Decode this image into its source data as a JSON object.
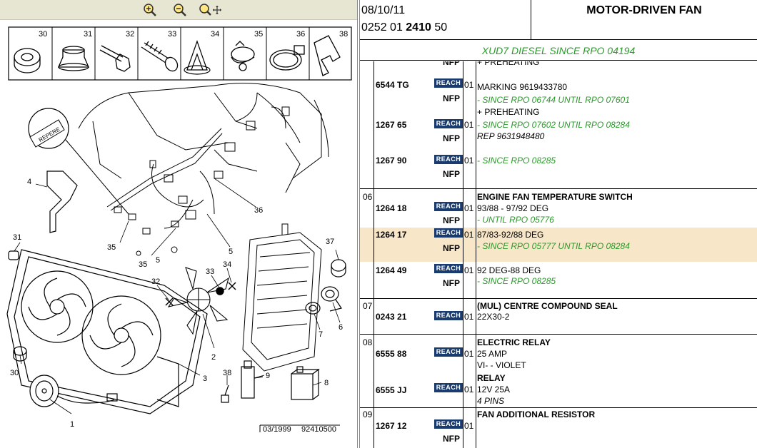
{
  "toolbar": {
    "zoom_in_icon": "zoom-in-icon",
    "zoom_out_icon": "zoom-out-icon",
    "pan_icon": "pan-icon"
  },
  "diagram": {
    "parts_strip": [
      "30",
      "31",
      "32",
      "33",
      "34",
      "35",
      "36",
      "38"
    ],
    "callouts": [
      "1",
      "2",
      "3",
      "4",
      "5",
      "5",
      "6",
      "7",
      "8",
      "9",
      "30",
      "31",
      "32",
      "33",
      "34",
      "35",
      "35",
      "36",
      "37",
      "38"
    ],
    "repere": "REPERE",
    "stamp_date": "03/1999",
    "stamp_code": "92410500"
  },
  "header": {
    "date": "08/10/11",
    "ref_pre": "0252 01 ",
    "ref_bold": "2410",
    "ref_post": " 50",
    "title": "MOTOR-DRIVEN FAN",
    "subtitle": "XUD7 DIESEL SINCE RPO 04194"
  },
  "table": {
    "top_partial": {
      "nfp": "NFP",
      "desc": "+ PREHEATING"
    },
    "rows": [
      {
        "ref": "6544 TG",
        "reach": "REACH",
        "nfp": "NFP",
        "qty": "01",
        "lines": [
          "MARKING 9619433780",
          "- SINCE RPO 06744 UNTIL RPO 07601",
          "+ PREHEATING"
        ]
      },
      {
        "ref": "1267 65",
        "reach": "REACH",
        "nfp": "NFP",
        "qty": "01",
        "lines": [
          "- SINCE RPO 07602 UNTIL RPO 08284",
          "REP 9631948480"
        ]
      },
      {
        "ref": "1267 90",
        "reach": "REACH",
        "nfp": "NFP",
        "qty": "01",
        "lines": [
          "- SINCE RPO 08285"
        ]
      },
      {
        "group": "06",
        "ref": "1264 18",
        "reach": "REACH",
        "nfp": "NFP",
        "qty": "01",
        "heading": "ENGINE FAN TEMPERATURE SWITCH",
        "lines": [
          "93/88 - 97/92 DEG",
          "- UNTIL RPO 05776"
        ]
      },
      {
        "ref": "1264 17",
        "reach": "REACH",
        "nfp": "NFP",
        "qty": "01",
        "lines": [
          "87/83-92/88 DEG",
          "- SINCE RPO 05777 UNTIL RPO 08284"
        ]
      },
      {
        "ref": "1264 49",
        "reach": "REACH",
        "nfp": "NFP",
        "qty": "01",
        "lines": [
          "92 DEG-88 DEG",
          "- SINCE RPO 08285"
        ]
      },
      {
        "group": "07",
        "ref": "0243 21",
        "reach": "REACH",
        "qty": "01",
        "heading": "(MUL) CENTRE COMPOUND SEAL",
        "lines": [
          "22X30-2"
        ]
      },
      {
        "group": "08",
        "ref": "6555 88",
        "reach": "REACH",
        "qty": "01",
        "heading": "ELECTRIC RELAY",
        "lines": [
          "25 AMP",
          "VI- - VIOLET"
        ]
      },
      {
        "ref": "6555 JJ",
        "reach": "REACH",
        "qty": "01",
        "heading": "RELAY",
        "lines": [
          "12V 25A",
          "4 PINS"
        ]
      },
      {
        "group": "09",
        "ref": "1267 12",
        "reach": "REACH",
        "nfp": "NFP",
        "qty": "01",
        "heading": "FAN ADDITIONAL RESISTOR",
        "lines": []
      }
    ]
  }
}
